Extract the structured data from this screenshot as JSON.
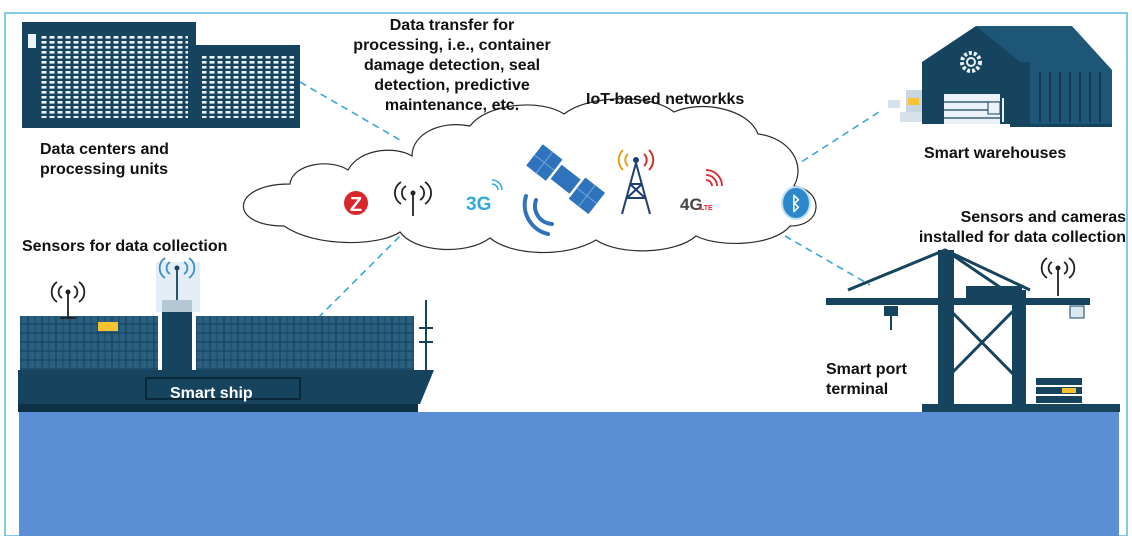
{
  "labels": {
    "data_transfer": [
      "Data transfer for",
      "processing, i.e., container",
      "damage detection, seal",
      "detection, predictive",
      "maintenance, etc."
    ],
    "iot_networks": "IoT-based networkks",
    "data_centers": [
      "Data centers and",
      "processing units"
    ],
    "smart_warehouses": "Smart warehouses",
    "sensors_cameras": [
      "Sensors and cameras",
      "installed for data collection"
    ],
    "sensors_data_collection": "Sensors for data collection",
    "smart_ship": "Smart ship",
    "smart_port_terminal": [
      "Smart port",
      "terminal"
    ]
  },
  "cloud_icons": {
    "zigbee_letter": "Z",
    "three_g": "3G",
    "four_g": "4G",
    "lte": "LTE",
    "bluetooth_glyph": "ᛒ"
  },
  "colors": {
    "navy": "#16435e",
    "water": "#5b8fd5",
    "dashed_link": "#3aa6d8",
    "zigbee_red": "#d9262b",
    "three_g_blue": "#2fa9e0",
    "accent_yellow": "#f6c232",
    "border": "#59b9e3"
  }
}
